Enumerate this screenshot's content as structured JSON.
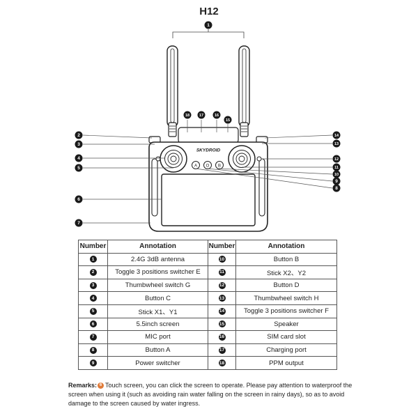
{
  "title": "H12",
  "device": {
    "logo_text": "SKYDROID",
    "center_buttons": [
      "A",
      "O",
      "B"
    ]
  },
  "callouts": [
    {
      "n": "1"
    },
    {
      "n": "2"
    },
    {
      "n": "3"
    },
    {
      "n": "4"
    },
    {
      "n": "5"
    },
    {
      "n": "6"
    },
    {
      "n": "7"
    },
    {
      "n": "8"
    },
    {
      "n": "9"
    },
    {
      "n": "10"
    },
    {
      "n": "11"
    },
    {
      "n": "12"
    },
    {
      "n": "13"
    },
    {
      "n": "14"
    },
    {
      "n": "15"
    },
    {
      "n": "16"
    },
    {
      "n": "17"
    },
    {
      "n": "18"
    }
  ],
  "table": {
    "headers": [
      "Number",
      "Annotation",
      "Number",
      "Annotation"
    ],
    "rows": [
      {
        "n1": "1",
        "a1": "2.4G 3dB antenna",
        "n2": "10",
        "a2": "Button B"
      },
      {
        "n1": "2",
        "a1": "Toggle 3 positions switcher E",
        "n2": "11",
        "a2": "Stick X2、Y2"
      },
      {
        "n1": "3",
        "a1": "Thumbwheel switch G",
        "n2": "12",
        "a2": "Button D"
      },
      {
        "n1": "4",
        "a1": "Button C",
        "n2": "13",
        "a2": "Thumbwheel switch H"
      },
      {
        "n1": "5",
        "a1": "Stick X1、Y1",
        "n2": "14",
        "a2": "Toggle 3 positions switcher F"
      },
      {
        "n1": "6",
        "a1": "5.5inch screen",
        "n2": "15",
        "a2": "Speaker"
      },
      {
        "n1": "7",
        "a1": "MIC port",
        "n2": "16",
        "a2": "SIM card slot"
      },
      {
        "n1": "8",
        "a1": "Button A",
        "n2": "17",
        "a2": "Charging port"
      },
      {
        "n1": "9",
        "a1": "Power switcher",
        "n2": "18",
        "a2": "PPM output"
      }
    ]
  },
  "remarks": {
    "label": "Remarks:",
    "ref": "6",
    "text": "Touch screen, you can click the screen to operate. Please pay attention to waterproof the screen when using it (such as avoiding rain water falling on the screen in rainy days), so as to avoid damage to the screen caused by water ingress."
  }
}
